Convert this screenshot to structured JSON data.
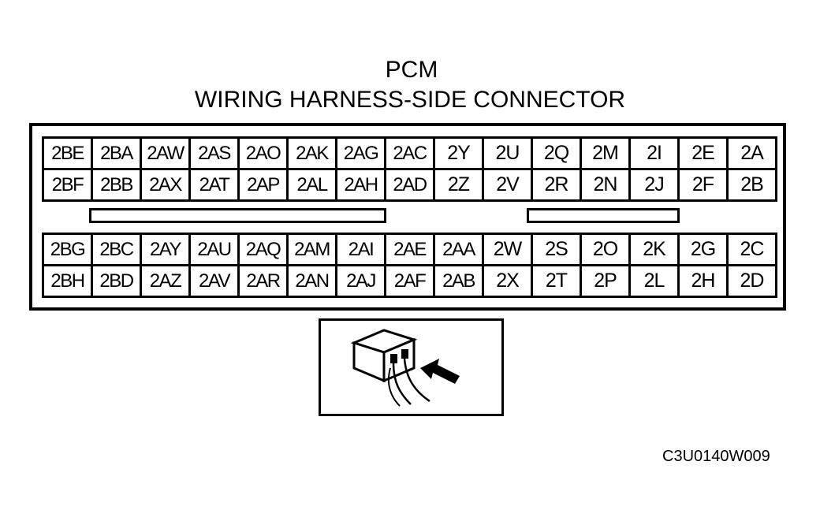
{
  "title": {
    "line1": "PCM",
    "line2": "WIRING HARNESS-SIDE CONNECTOR"
  },
  "connector": {
    "upper_block": {
      "rows": [
        [
          "2BE",
          "2BA",
          "2AW",
          "2AS",
          "2AO",
          "2AK",
          "2AG",
          "2AC",
          "2Y",
          "2U",
          "2Q",
          "2M",
          "2I",
          "2E",
          "2A"
        ],
        [
          "2BF",
          "2BB",
          "2AX",
          "2AT",
          "2AP",
          "2AL",
          "2AH",
          "2AD",
          "2Z",
          "2V",
          "2R",
          "2N",
          "2J",
          "2F",
          "2B"
        ]
      ]
    },
    "lower_block": {
      "rows": [
        [
          "2BG",
          "2BC",
          "2AY",
          "2AU",
          "2AQ",
          "2AM",
          "2AI",
          "2AE",
          "2AA",
          "2W",
          "2S",
          "2O",
          "2K",
          "2G",
          "2C"
        ],
        [
          "2BH",
          "2BD",
          "2AZ",
          "2AV",
          "2AR",
          "2AN",
          "2AJ",
          "2AF",
          "2AB",
          "2X",
          "2T",
          "2P",
          "2L",
          "2H",
          "2D"
        ]
      ]
    }
  },
  "inset": {
    "icon": "harness-connector-probe-icon"
  },
  "figure_code": "C3U0140W009",
  "colors": {
    "ink": "#000000",
    "background": "#ffffff"
  }
}
